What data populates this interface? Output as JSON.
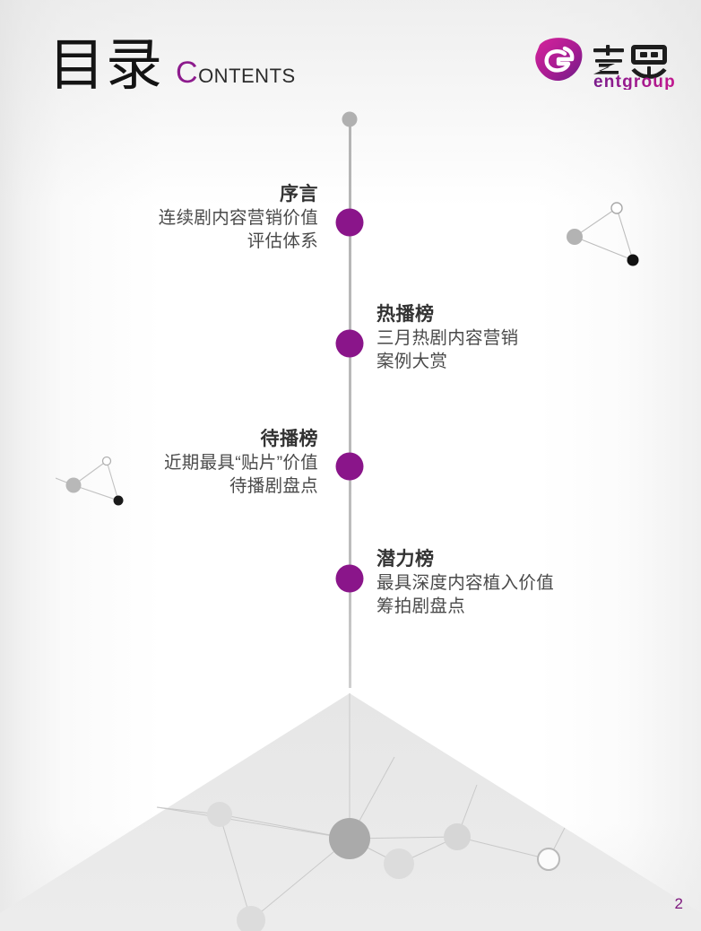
{
  "slide": {
    "title_cn": "目录",
    "title_en_cap": "C",
    "title_en_rest": "ONTENTS",
    "page_number": "2"
  },
  "logo": {
    "mark": "e",
    "name_cn": "艺恩",
    "name_en": "entgroup"
  },
  "colors": {
    "accent_purple": "#8a158a",
    "logo_magenta": "#c2188f",
    "logo_violet": "#7b1f8e",
    "heading_gray": "#333333",
    "body_gray": "#4a4a4a",
    "node_gray": "#b0b0b0",
    "line_gray": "#bdbdbd",
    "mountain_gray": "#e9e9e9"
  },
  "timeline": {
    "top_marker": "gray-node",
    "entries": [
      {
        "id": "preface",
        "align": "right",
        "heading": "序言",
        "lines": [
          "连续剧内容营销价值",
          "评估体系"
        ],
        "node": "purple-node"
      },
      {
        "id": "hot-list",
        "align": "left",
        "heading": "热播榜",
        "lines": [
          "三月热剧内容营销",
          "案例大赏"
        ],
        "node": "purple-node"
      },
      {
        "id": "upcoming-list",
        "align": "right",
        "heading": "待播榜",
        "lines": [
          "近期最具“贴片”价值",
          "待播剧盘点"
        ],
        "node": "purple-node"
      },
      {
        "id": "potential-list",
        "align": "left",
        "heading": "潜力榜",
        "lines": [
          "最具深度内容植入价值",
          "筹拍剧盘点"
        ],
        "node": "purple-node"
      }
    ]
  },
  "decorations": {
    "right_network": "three-node-triangle",
    "left_network": "three-node-triangle",
    "bottom_network": "mountain-node-graph"
  }
}
